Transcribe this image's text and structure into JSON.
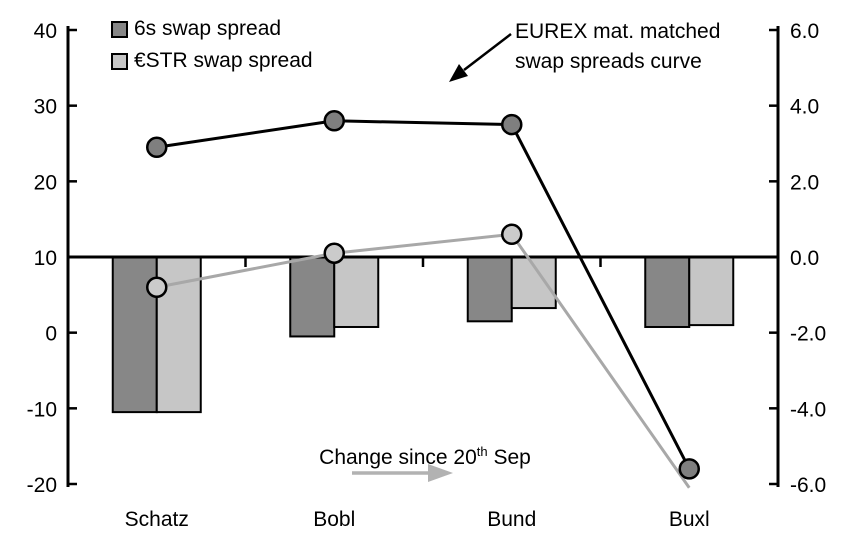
{
  "chart_data": {
    "type": "combo-bar-line",
    "categories": [
      "Schatz",
      "Bobl",
      "Bund",
      "Buxl"
    ],
    "left_axis": {
      "ticks": [
        40,
        30,
        20,
        10,
        0,
        -10,
        -20
      ],
      "tick_labels": [
        "40",
        "30",
        "20",
        "10",
        "0",
        "-10",
        "-20"
      ],
      "range": [
        -20,
        40
      ]
    },
    "right_axis": {
      "ticks": [
        6,
        4,
        2,
        0,
        -2,
        -4,
        -6
      ],
      "tick_labels": [
        "6.0",
        "4.0",
        "2.0",
        "0.0",
        "-2.0",
        "-4.0",
        "-6.0"
      ],
      "range": [
        -6,
        6
      ]
    },
    "bar_baseline_right": 0,
    "bar_series": [
      {
        "name": "6s swap spread",
        "axis": "right",
        "fill": "#878787",
        "values": [
          -4.1,
          -2.1,
          -1.7,
          -1.85
        ]
      },
      {
        "name": "€STR swap spread",
        "axis": "right",
        "fill": "#c6c6c6",
        "values": [
          -4.1,
          -1.85,
          -1.35,
          -1.8
        ]
      }
    ],
    "line_series": [
      {
        "name": "€STR swap spread curve",
        "axis": "left",
        "stroke": "#a8a8a8",
        "marker_fill": "#cbcbcb",
        "values": [
          6,
          10.5,
          13,
          -20.5
        ],
        "markers": [
          true,
          true,
          true,
          false
        ]
      },
      {
        "name": "6s swap spread curve",
        "axis": "left",
        "stroke": "#000000",
        "marker_fill": "#7f7f7f",
        "values": [
          24.5,
          28,
          27.5,
          -18
        ],
        "markers": [
          true,
          true,
          true,
          true
        ]
      }
    ],
    "legend": [
      {
        "label": "6s swap spread",
        "color": "#878787"
      },
      {
        "label": "€STR swap spread",
        "color": "#c6c6c6"
      }
    ],
    "annotations": {
      "eurex": {
        "line1": "EUREX mat. matched",
        "line2": "swap spreads curve"
      },
      "change": {
        "prefix": "Change since 20",
        "sup": "th",
        "suffix": " Sep"
      }
    },
    "grid": false,
    "legend_position": "top-left",
    "colors": {
      "axis": "#000000",
      "change_arrow": "#b2b2b2",
      "eurex_arrow": "#000000"
    }
  }
}
